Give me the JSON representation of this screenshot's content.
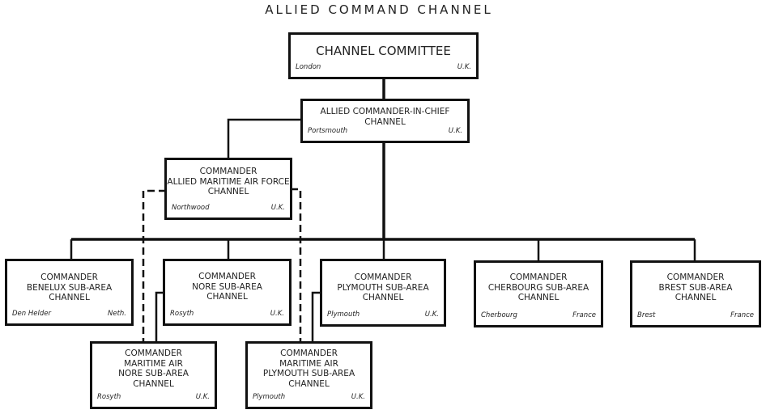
{
  "title": "ALLIED COMMAND CHANNEL",
  "nodes": {
    "committee": {
      "name": "CHANNEL COMMITTEE",
      "location": "London",
      "country": "U.K."
    },
    "cinc": {
      "name": "ALLIED COMMANDER-IN-CHIEF\nCHANNEL",
      "location": "Portsmouth",
      "country": "U.K."
    },
    "maritime_air": {
      "name": "COMMANDER\nALLIED MARITIME AIR FORCE\nCHANNEL",
      "location": "Northwood",
      "country": "U.K."
    },
    "benelux": {
      "name": "COMMANDER\nBENELUX SUB-AREA\nCHANNEL",
      "location": "Den Helder",
      "country": "Neth."
    },
    "nore": {
      "name": "COMMANDER\nNORE SUB-AREA\nCHANNEL",
      "location": "Rosyth",
      "country": "U.K."
    },
    "plymouth": {
      "name": "COMMANDER\nPLYMOUTH SUB-AREA\nCHANNEL",
      "location": "Plymouth",
      "country": "U.K."
    },
    "cherbourg": {
      "name": "COMMANDER\nCHERBOURG SUB-AREA\nCHANNEL",
      "location": "Cherbourg",
      "country": "France"
    },
    "brest": {
      "name": "COMMANDER\nBREST SUB-AREA\nCHANNEL",
      "location": "Brest",
      "country": "France"
    },
    "air_nore": {
      "name": "COMMANDER\nMARITIME AIR\nNORE SUB-AREA\nCHANNEL",
      "location": "Rosyth",
      "country": "U.K."
    },
    "air_plymouth": {
      "name": "COMMANDER\nMARITIME AIR\nPLYMOUTH SUB-AREA\nCHANNEL",
      "location": "Plymouth",
      "country": "U.K."
    }
  },
  "connections": [
    {
      "from": "committee",
      "to": "cinc",
      "style": "solid"
    },
    {
      "from": "cinc",
      "to": "maritime_air",
      "style": "solid"
    },
    {
      "from": "cinc",
      "to": "benelux",
      "style": "solid"
    },
    {
      "from": "cinc",
      "to": "nore",
      "style": "solid"
    },
    {
      "from": "cinc",
      "to": "plymouth",
      "style": "solid"
    },
    {
      "from": "cinc",
      "to": "cherbourg",
      "style": "solid"
    },
    {
      "from": "cinc",
      "to": "brest",
      "style": "solid"
    },
    {
      "from": "nore",
      "to": "air_nore",
      "style": "solid"
    },
    {
      "from": "plymouth",
      "to": "air_plymouth",
      "style": "solid"
    },
    {
      "from": "maritime_air",
      "to": "air_nore",
      "style": "dashed"
    },
    {
      "from": "maritime_air",
      "to": "air_plymouth",
      "style": "dashed"
    }
  ]
}
